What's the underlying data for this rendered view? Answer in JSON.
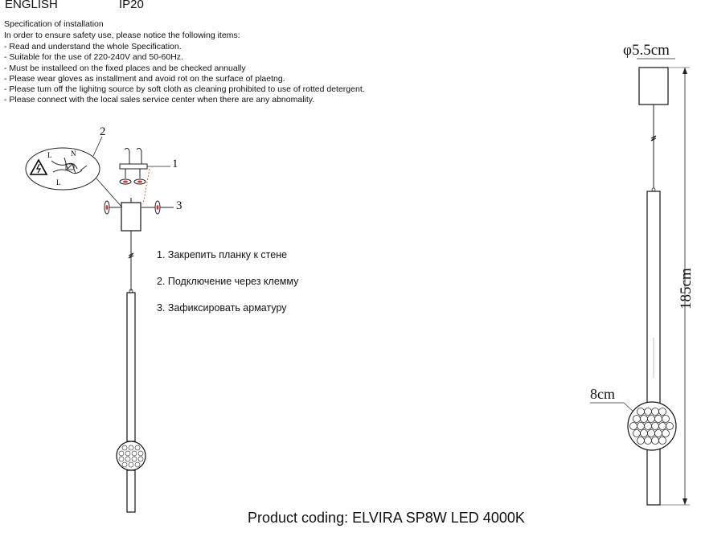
{
  "header": {
    "language": "ENGLISH",
    "rating": "IP20"
  },
  "specification": {
    "title": "Specification of installation",
    "intro": "In order to ensure safety use, please notice the following items:",
    "items": [
      "- Read and understand the whole Specification.",
      "- Suitable for the use of 220-240V and 50-60Hz.",
      "- Must be installeed on the fixed places and be checked annually",
      "- Please wear gloves as installment and avoid rot on the surface of plaetng.",
      "- Please tum off the lighitng source by soft cloth as cleaning prohibited to use of rotted detergent.",
      "- Please connect with the local sales service center when there are any abnomality."
    ]
  },
  "steps": [
    "1. Закрепить планку к стене",
    "2. Подключение через клемму",
    "3. Зафиксировать арматуру"
  ],
  "callouts": {
    "one": "1",
    "two": "2",
    "three": "3"
  },
  "diagram_labels": {
    "live": "L",
    "neutral": "N",
    "live2": "L"
  },
  "dimensions": {
    "diameter": "φ5.5cm",
    "height": "185cm",
    "ball": "8cm"
  },
  "footer": {
    "product_coding": "Product coding: ELVIRA SP8W LED 4000K"
  }
}
